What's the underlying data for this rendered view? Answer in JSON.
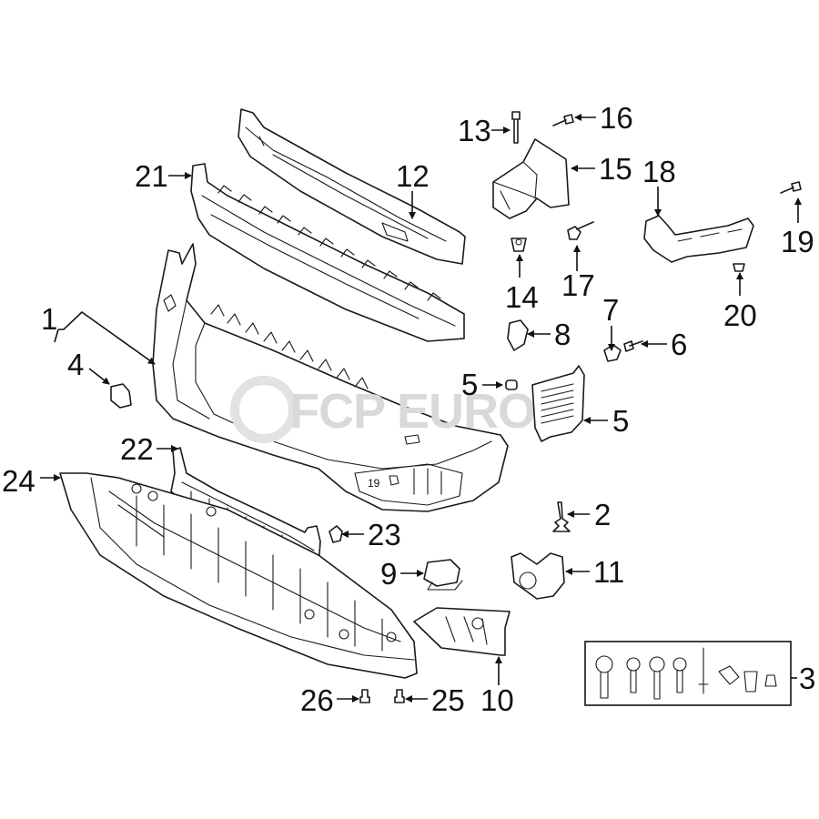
{
  "diagram": {
    "title": "Front Bumper Components",
    "watermark": "FCP EURO",
    "callouts": [
      {
        "id": "1",
        "part": "bumper-cover"
      },
      {
        "id": "2",
        "part": "push-clip"
      },
      {
        "id": "3",
        "part": "hardware-kit"
      },
      {
        "id": "4",
        "part": "sensor-bracket"
      },
      {
        "id": "5",
        "part": "grille-insert"
      },
      {
        "id": "5",
        "part": "grille-clip"
      },
      {
        "id": "6",
        "part": "screw"
      },
      {
        "id": "7",
        "part": "nut"
      },
      {
        "id": "8",
        "part": "retainer"
      },
      {
        "id": "9",
        "part": "tow-hook-cover"
      },
      {
        "id": "10",
        "part": "lower-grille-bracket"
      },
      {
        "id": "11",
        "part": "fog-lamp-bracket"
      },
      {
        "id": "12",
        "part": "impact-bar"
      },
      {
        "id": "13",
        "part": "bolt"
      },
      {
        "id": "14",
        "part": "nut"
      },
      {
        "id": "15",
        "part": "energy-absorber-mount"
      },
      {
        "id": "16",
        "part": "bolt"
      },
      {
        "id": "17",
        "part": "bolt"
      },
      {
        "id": "18",
        "part": "side-bracket"
      },
      {
        "id": "19",
        "part": "bolt"
      },
      {
        "id": "20",
        "part": "nut"
      },
      {
        "id": "21",
        "part": "energy-absorber"
      },
      {
        "id": "22",
        "part": "spoiler-bracket"
      },
      {
        "id": "23",
        "part": "clip"
      },
      {
        "id": "24",
        "part": "lower-shield"
      },
      {
        "id": "25",
        "part": "bolt"
      },
      {
        "id": "26",
        "part": "bolt"
      }
    ],
    "bumper_stamp": "19"
  }
}
